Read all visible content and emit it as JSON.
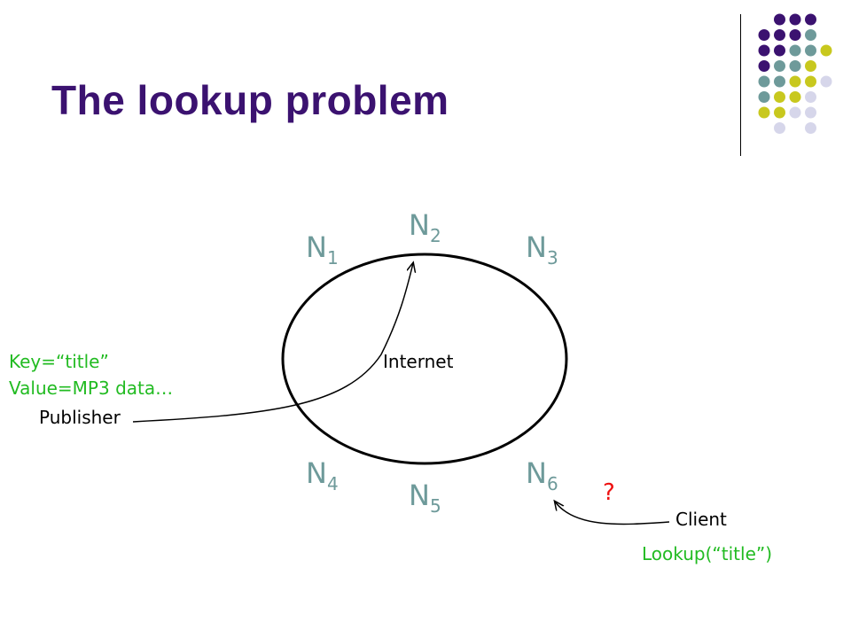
{
  "slide": {
    "title": "The lookup problem",
    "internet_label": "Internet",
    "nodes": [
      {
        "base": "N",
        "sub": "1"
      },
      {
        "base": "N",
        "sub": "2"
      },
      {
        "base": "N",
        "sub": "3"
      },
      {
        "base": "N",
        "sub": "4"
      },
      {
        "base": "N",
        "sub": "5"
      },
      {
        "base": "N",
        "sub": "6"
      }
    ],
    "publisher": {
      "key_line": "Key=“title”",
      "value_line": "Value=MP3 data…",
      "label": "Publisher"
    },
    "client": {
      "label": "Client",
      "lookup_call": "Lookup(“title”)",
      "question_mark": "?"
    }
  },
  "colors": {
    "title": "#3b1270",
    "node": "#6e9a9a",
    "green_text": "#22bb22",
    "question": "#ee1111",
    "black": "#000000",
    "dot_purple": "#3b1270",
    "dot_teal": "#6e9a9a",
    "dot_yellow": "#c8c81e",
    "dot_lavender": "#d6d6ea"
  }
}
